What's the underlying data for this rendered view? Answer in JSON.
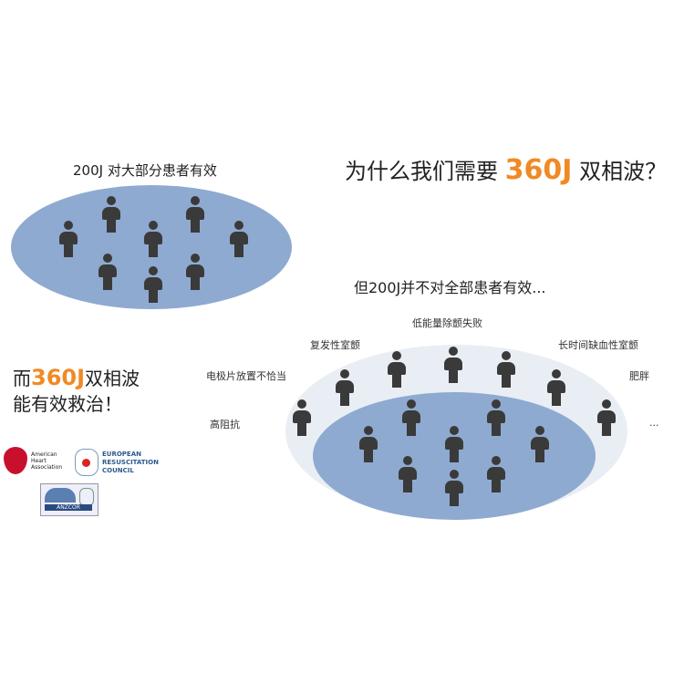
{
  "left_title": "200J 对大部分患者有效",
  "main_title": {
    "before": "为什么我们需要 ",
    "highlight": "360J",
    "after": " 双相波？"
  },
  "subtitle": "但200J并不对全部患者有效...",
  "conclusion": {
    "line1_before": "而",
    "line1_highlight": "360J",
    "line1_after": "双相波",
    "line2": "能有效救治！"
  },
  "factors": [
    "低能量除颤失败",
    "复发性室颤",
    "长时间缺血性室颤",
    "电极片放置不恰当",
    "肥胖",
    "高阻抗",
    "..."
  ],
  "logos": {
    "aha": "American Heart Association",
    "erc": "EUROPEAN RESUSCITATION COUNCIL",
    "anzcor": "ANZCOR"
  },
  "colors": {
    "accent": "#f08a24",
    "ellipse": "#8eaad0",
    "outer_ellipse": "#e9eef5",
    "person": "#3a3a3a"
  }
}
